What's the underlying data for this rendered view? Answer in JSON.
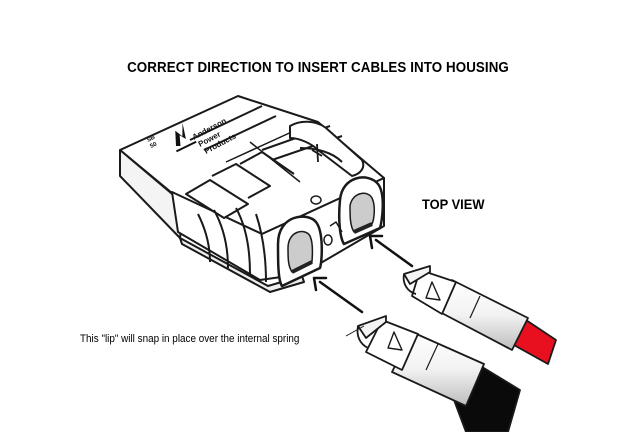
{
  "title": "CORRECT DIRECTION TO INSERT CABLES INTO HOUSING",
  "view_label": "TOP VIEW",
  "annotation": "This \"lip\" will snap in place over the internal spring",
  "housing": {
    "brand_lines": [
      "Anderson",
      "Power",
      "Products"
    ],
    "part_lines": [
      "SB",
      "50"
    ]
  },
  "colors": {
    "line": "#1a1a1a",
    "housing_fill": "#ffffff",
    "shade": "#d4d4d4",
    "red_wire": "#e8101e",
    "black_wire": "#0a0a0a"
  },
  "icons": {
    "brand_logo": "anderson-logo-icon",
    "arrows": "insert-direction-arrow-icon"
  }
}
